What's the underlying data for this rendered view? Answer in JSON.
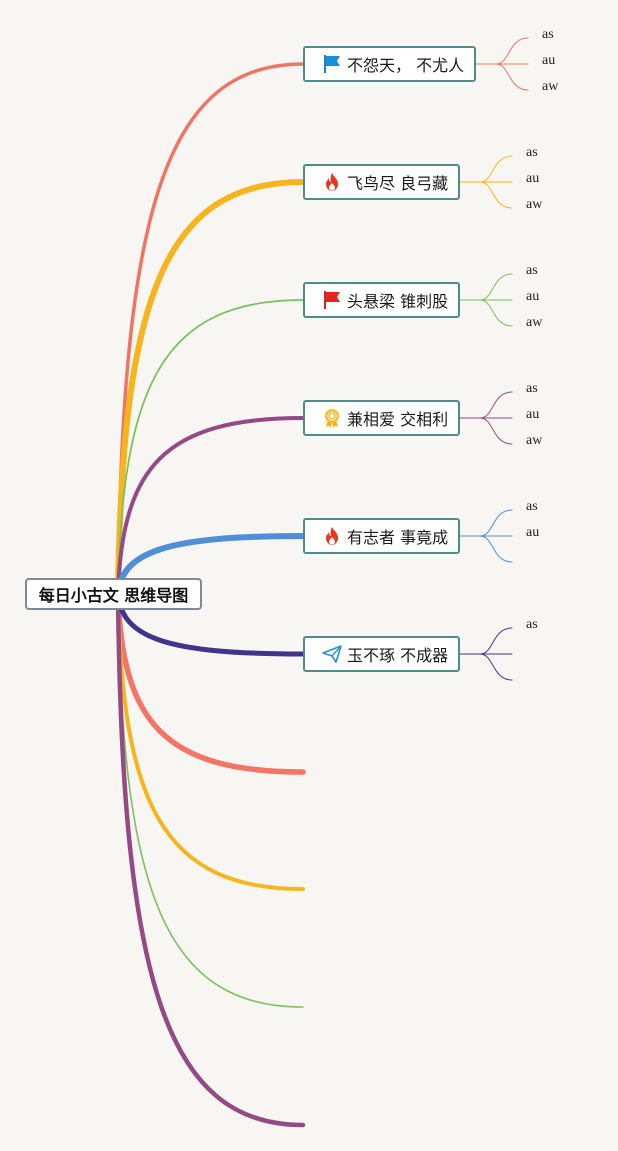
{
  "root": {
    "label": "每日小古文 思维导图"
  },
  "topics": [
    {
      "label": "不怨天， 不尤人",
      "icon": "blue-flag-icon",
      "color": "#f07466",
      "leaves": [
        "as",
        "au",
        "aw"
      ]
    },
    {
      "label": "飞鸟尽 良弓藏",
      "icon": "fire-icon",
      "color": "#f6b51d",
      "leaves": [
        "as",
        "au",
        "aw"
      ]
    },
    {
      "label": "头悬梁 锥刺股",
      "icon": "red-flag-icon",
      "color": "#79c35e",
      "leaves": [
        "as",
        "au",
        "aw"
      ]
    },
    {
      "label": "兼相爱 交相利",
      "icon": "award-medal-icon",
      "color": "#944a85",
      "leaves": [
        "as",
        "au",
        "aw"
      ]
    },
    {
      "label": "有志者 事竟成",
      "icon": "fire-icon",
      "color": "#4f8ed8",
      "leaves": [
        "as",
        "au",
        ""
      ]
    },
    {
      "label": "玉不琢 不成器",
      "icon": "paper-plane-icon",
      "color": "#41348c",
      "leaves": [
        "as",
        "",
        ""
      ]
    }
  ],
  "empty_branches": [
    {
      "color": "#f47466"
    },
    {
      "color": "#f6b51d"
    },
    {
      "color": "#79c35e"
    },
    {
      "color": "#944a85"
    }
  ]
}
